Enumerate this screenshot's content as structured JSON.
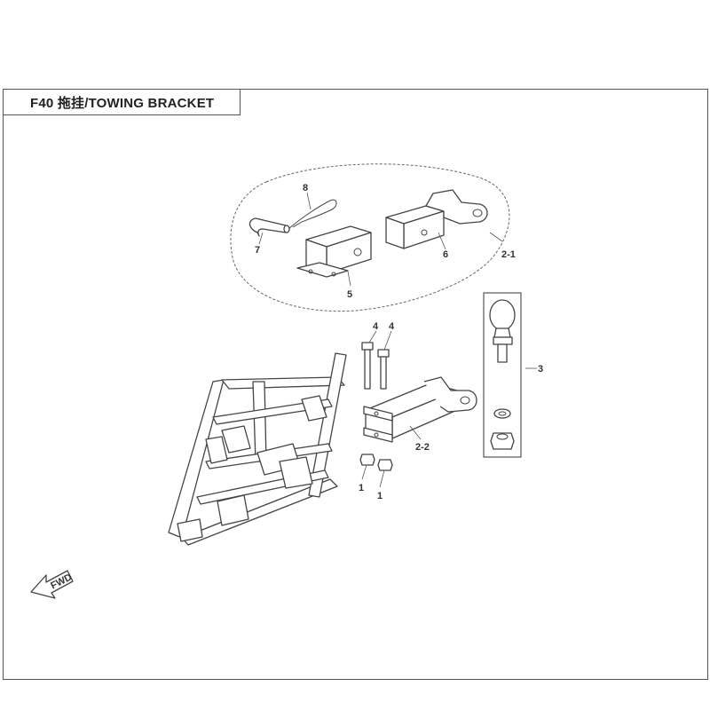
{
  "title": "F40 拖挂/TOWING BRACKET",
  "callouts": {
    "c1a": "1",
    "c1b": "1",
    "c2_1": "2-1",
    "c2_2": "2-2",
    "c3": "3",
    "c4a": "4",
    "c4b": "4",
    "c5": "5",
    "c6": "6",
    "c7": "7",
    "c8": "8"
  },
  "fwd": "FWD",
  "colors": {
    "line": "#444444",
    "frame": "#555555"
  }
}
